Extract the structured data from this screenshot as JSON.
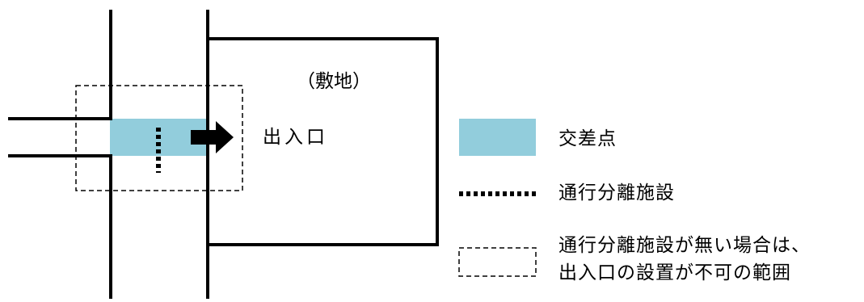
{
  "site_label": "（敷地）",
  "entrance_label": "出入口",
  "legend": {
    "intersection": "交差点",
    "separator": "通行分離施設",
    "restricted_line1": "通行分離施設が無い場合は、",
    "restricted_line2": "出入口の設置が不可の範囲"
  },
  "colors": {
    "intersection_fill": "#92CDDC",
    "line": "#000000"
  }
}
